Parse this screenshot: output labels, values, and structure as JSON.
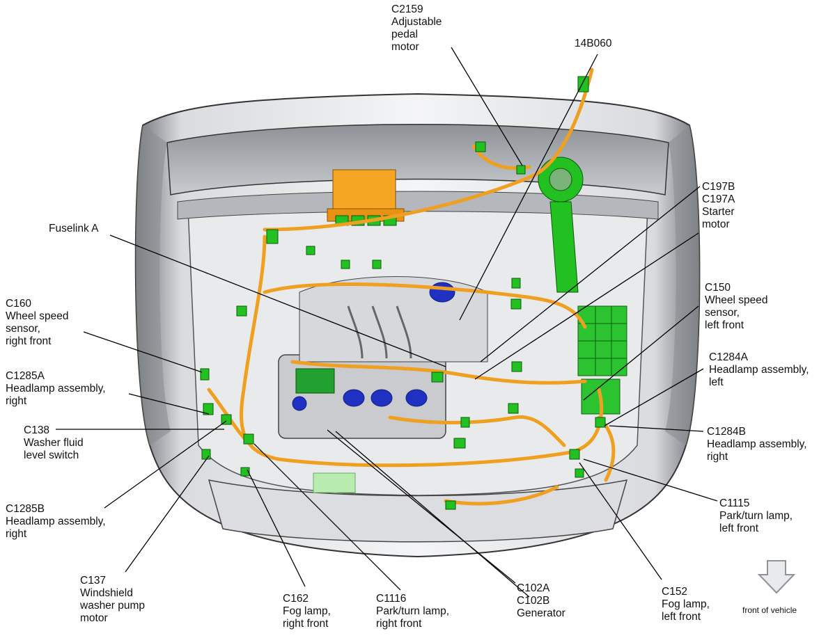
{
  "callouts": {
    "c2159": [
      "C2159",
      "Adjustable",
      "pedal",
      "motor"
    ],
    "b14060": [
      "14B060"
    ],
    "c197": [
      "C197B",
      "C197A",
      "Starter",
      "motor"
    ],
    "fuselink": [
      "Fuselink A"
    ],
    "c160": [
      "C160",
      "Wheel speed",
      "sensor,",
      "right front"
    ],
    "c150": [
      "C150",
      "Wheel speed",
      "sensor,",
      "left front"
    ],
    "c1285a": [
      "C1285A",
      "Headlamp assembly,",
      "right"
    ],
    "c1284a": [
      "C1284A",
      "Headlamp assembly,",
      "left"
    ],
    "c138": [
      "C138",
      "Washer fluid",
      "level switch"
    ],
    "c1284b": [
      "C1284B",
      "Headlamp assembly,",
      "right"
    ],
    "c1285b": [
      "C1285B",
      "Headlamp assembly,",
      "right"
    ],
    "c1115": [
      "C1115",
      "Park/turn lamp,",
      "left front"
    ],
    "c137": [
      "C137",
      "Windshield",
      "washer pump",
      "motor"
    ],
    "c162": [
      "C162",
      "Fog lamp,",
      "right front"
    ],
    "c1116": [
      "C1116",
      "Park/turn lamp,",
      "right front"
    ],
    "c102": [
      "C102A",
      "C102B",
      "Generator"
    ],
    "c152": [
      "C152",
      "Fog lamp,",
      "left front"
    ]
  },
  "front_indicator": {
    "label": "front of vehicle",
    "icon": "arrow-down-icon"
  },
  "colors": {
    "harness": "#f0a020",
    "connector": "#22c020",
    "module": "#f5a623",
    "injector": "#2030c0",
    "body": "#cfd2d6"
  }
}
